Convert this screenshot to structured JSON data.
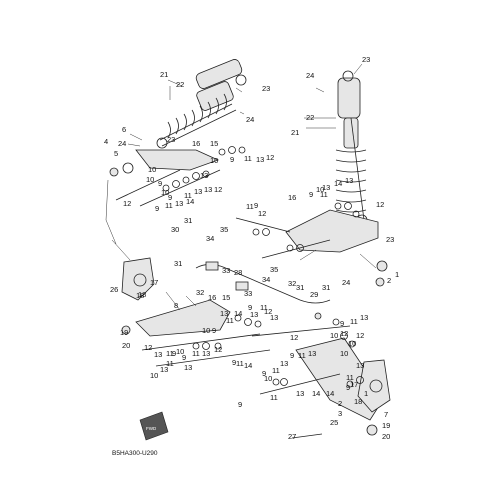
{
  "diagram": {
    "code": "B5HA300-U290",
    "front_label": "FWD",
    "callouts": [
      {
        "id": "c1",
        "text": "21"
      },
      {
        "id": "c2",
        "text": "22"
      },
      {
        "id": "c3",
        "text": "23"
      },
      {
        "id": "c4",
        "text": "24"
      },
      {
        "id": "c5",
        "text": "23"
      },
      {
        "id": "c6",
        "text": "24"
      },
      {
        "id": "c7",
        "text": "21"
      },
      {
        "id": "c8",
        "text": "22"
      },
      {
        "id": "c9",
        "text": "6"
      },
      {
        "id": "c10",
        "text": "4"
      },
      {
        "id": "c11",
        "text": "24"
      },
      {
        "id": "c12",
        "text": "23"
      },
      {
        "id": "c13",
        "text": "16"
      },
      {
        "id": "c14",
        "text": "5"
      },
      {
        "id": "c15",
        "text": "15"
      },
      {
        "id": "c16",
        "text": "10"
      },
      {
        "id": "c17",
        "text": "9"
      },
      {
        "id": "c18",
        "text": "11"
      },
      {
        "id": "c19",
        "text": "13"
      },
      {
        "id": "c20",
        "text": "12"
      },
      {
        "id": "c21",
        "text": "10"
      },
      {
        "id": "c22",
        "text": "12"
      },
      {
        "id": "c23",
        "text": "9"
      },
      {
        "id": "c24",
        "text": "11"
      },
      {
        "id": "c25",
        "text": "13"
      },
      {
        "id": "c26",
        "text": "14"
      },
      {
        "id": "c27",
        "text": "13"
      },
      {
        "id": "c28",
        "text": "11"
      },
      {
        "id": "c29",
        "text": "9"
      },
      {
        "id": "c30",
        "text": "10"
      },
      {
        "id": "c31",
        "text": "10"
      },
      {
        "id": "c32",
        "text": "9"
      },
      {
        "id": "c33",
        "text": "13"
      },
      {
        "id": "c34",
        "text": "13"
      },
      {
        "id": "c35",
        "text": "12"
      },
      {
        "id": "c36",
        "text": "13"
      },
      {
        "id": "c37",
        "text": "14"
      },
      {
        "id": "c38",
        "text": "13"
      },
      {
        "id": "c39",
        "text": "11"
      },
      {
        "id": "c40",
        "text": "9"
      },
      {
        "id": "c41",
        "text": "16"
      },
      {
        "id": "c42",
        "text": "12"
      },
      {
        "id": "c43",
        "text": "11"
      },
      {
        "id": "c44",
        "text": "9"
      },
      {
        "id": "c45",
        "text": "10"
      },
      {
        "id": "c46",
        "text": "31"
      },
      {
        "id": "c47",
        "text": "30"
      },
      {
        "id": "c48",
        "text": "34"
      },
      {
        "id": "c49",
        "text": "35"
      },
      {
        "id": "c50",
        "text": "31"
      },
      {
        "id": "c51",
        "text": "33"
      },
      {
        "id": "c52",
        "text": "28"
      },
      {
        "id": "c53",
        "text": "34"
      },
      {
        "id": "c54",
        "text": "35"
      },
      {
        "id": "c55",
        "text": "32"
      },
      {
        "id": "c56",
        "text": "31"
      },
      {
        "id": "c57",
        "text": "32"
      },
      {
        "id": "c58",
        "text": "33"
      },
      {
        "id": "c59",
        "text": "16"
      },
      {
        "id": "c60",
        "text": "15"
      },
      {
        "id": "c61",
        "text": "8"
      },
      {
        "id": "c62",
        "text": "26"
      },
      {
        "id": "c63",
        "text": "17"
      },
      {
        "id": "c64",
        "text": "18"
      },
      {
        "id": "c65",
        "text": "19"
      },
      {
        "id": "c66",
        "text": "20"
      },
      {
        "id": "c67",
        "text": "12"
      },
      {
        "id": "c68",
        "text": "13"
      },
      {
        "id": "c69",
        "text": "11"
      },
      {
        "id": "c70",
        "text": "9"
      },
      {
        "id": "c71",
        "text": "10"
      },
      {
        "id": "c72",
        "text": "9"
      },
      {
        "id": "c73",
        "text": "11"
      },
      {
        "id": "c74",
        "text": "13"
      },
      {
        "id": "c75",
        "text": "14"
      },
      {
        "id": "c76",
        "text": "13"
      },
      {
        "id": "c77",
        "text": "12"
      },
      {
        "id": "c78",
        "text": "13"
      },
      {
        "id": "c79",
        "text": "11"
      },
      {
        "id": "c80",
        "text": "9"
      },
      {
        "id": "c81",
        "text": "10"
      },
      {
        "id": "c82",
        "text": "13"
      },
      {
        "id": "c83",
        "text": "11"
      },
      {
        "id": "c84",
        "text": "10"
      },
      {
        "id": "c85",
        "text": "9"
      },
      {
        "id": "c86",
        "text": "11"
      },
      {
        "id": "c87",
        "text": "13"
      },
      {
        "id": "c88",
        "text": "12"
      },
      {
        "id": "c89",
        "text": "13"
      },
      {
        "id": "c90",
        "text": "9"
      },
      {
        "id": "c91",
        "text": "11"
      },
      {
        "id": "c92",
        "text": "14"
      },
      {
        "id": "c93",
        "text": "29"
      },
      {
        "id": "c94",
        "text": "31"
      },
      {
        "id": "c95",
        "text": "12"
      },
      {
        "id": "c96",
        "text": "9"
      },
      {
        "id": "c97",
        "text": "11"
      },
      {
        "id": "c98",
        "text": "13"
      },
      {
        "id": "c99",
        "text": "12"
      },
      {
        "id": "c100",
        "text": "10"
      },
      {
        "id": "c101",
        "text": "9"
      },
      {
        "id": "c102",
        "text": "11"
      },
      {
        "id": "c103",
        "text": "13"
      },
      {
        "id": "c104",
        "text": "10"
      },
      {
        "id": "c105",
        "text": "9"
      },
      {
        "id": "c106",
        "text": "11"
      },
      {
        "id": "c107",
        "text": "13"
      },
      {
        "id": "c108",
        "text": "14"
      },
      {
        "id": "c109",
        "text": "13"
      },
      {
        "id": "c110",
        "text": "11"
      },
      {
        "id": "c111",
        "text": "9"
      },
      {
        "id": "c112",
        "text": "10"
      },
      {
        "id": "c113",
        "text": "10"
      },
      {
        "id": "c114",
        "text": "12"
      },
      {
        "id": "c115",
        "text": "13"
      },
      {
        "id": "c116",
        "text": "11"
      },
      {
        "id": "c117",
        "text": "9"
      },
      {
        "id": "c118",
        "text": "17"
      },
      {
        "id": "c119",
        "text": "1"
      },
      {
        "id": "c120",
        "text": "18"
      },
      {
        "id": "c121",
        "text": "7"
      },
      {
        "id": "c122",
        "text": "2"
      },
      {
        "id": "c123",
        "text": "3"
      },
      {
        "id": "c124",
        "text": "19"
      },
      {
        "id": "c125",
        "text": "25"
      },
      {
        "id": "c126",
        "text": "27"
      },
      {
        "id": "c127",
        "text": "20"
      },
      {
        "id": "c128",
        "text": "24"
      },
      {
        "id": "c129",
        "text": "23"
      },
      {
        "id": "c130",
        "text": "1"
      },
      {
        "id": "c131",
        "text": "2"
      },
      {
        "id": "c132",
        "text": "18"
      },
      {
        "id": "c133",
        "text": "12"
      },
      {
        "id": "c134",
        "text": "14"
      }
    ]
  }
}
